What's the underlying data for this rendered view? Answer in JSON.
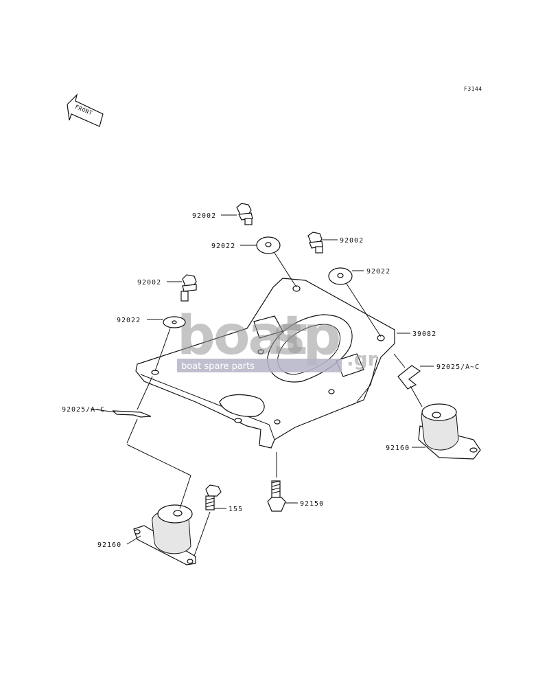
{
  "figure_code": "F3144",
  "front_label": "FRONT",
  "watermark": {
    "brand_left": "boat",
    "brand_right": "sp",
    "brand_tld": ".gr",
    "tagline": "boat spare parts"
  },
  "callouts": {
    "bolt_top": "92002",
    "washer_top": "92022",
    "bolt_mid": "92002",
    "washer_right": "92022",
    "bolt_left": "92002",
    "washer_left": "92022",
    "bracket": "39082",
    "clip_right": "92025/A~C",
    "clip_left": "92025/A~C",
    "mount_right": "92160",
    "bolt_bottom": "92150",
    "bolt_small": "155",
    "mount_left": "92160"
  },
  "colors": {
    "line": "#111111",
    "watermark": "#969696",
    "watermark_band": "#b4b4c8"
  }
}
